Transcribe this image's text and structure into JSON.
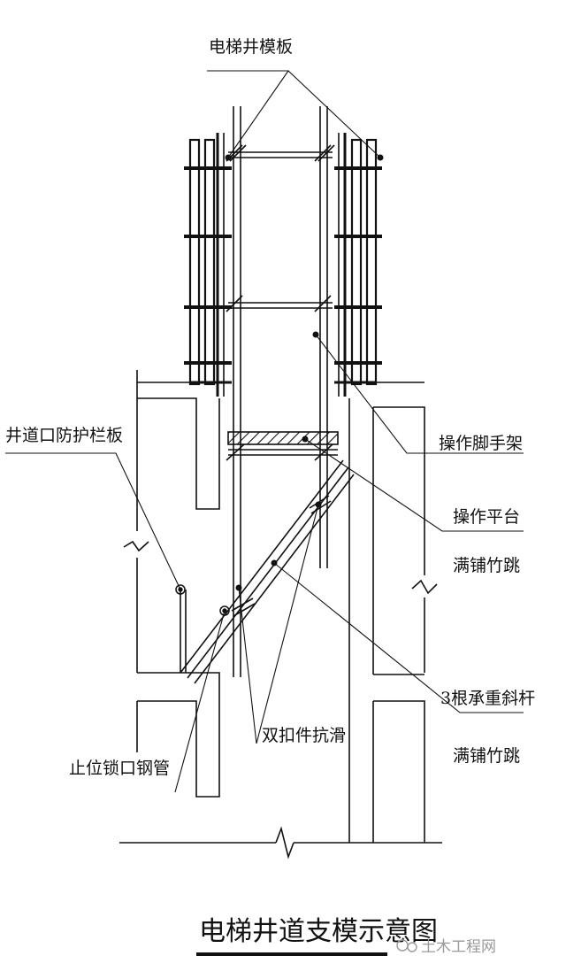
{
  "title": "电梯井道支模示意图",
  "labels": {
    "formwork": "电梯井模板",
    "guard_board": "井道口防护栏板",
    "scaffold": "操作脚手架",
    "platform": "操作平台",
    "bamboo_1": "满铺竹跳",
    "diagonal_poles": "3根承重斜杆",
    "bamboo_2": "满铺竹跳",
    "double_fastener": "双扣件抗滑",
    "lock_pipe": "止位锁口钢管"
  },
  "watermark": "土木工程网"
}
